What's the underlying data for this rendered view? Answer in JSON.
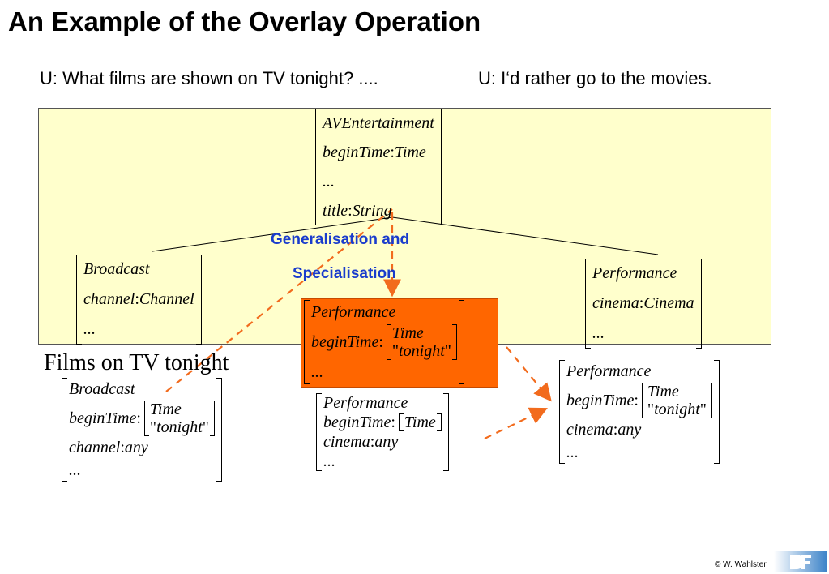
{
  "title": "An Example of the Overlay Operation",
  "utterance_left": "U: What films are shown on TV tonight? ....",
  "utterance_right": "U: I‘d rather go to the movies.",
  "top_fs": {
    "type": "AVEntertainment",
    "f1": "beginTime",
    "v1": "Time",
    "dots": "...",
    "f2": "title",
    "v2": "String"
  },
  "left_fs": {
    "type": "Broadcast",
    "f1": "channel",
    "v1": "Channel",
    "dots": "..."
  },
  "right_fs": {
    "type": "Performance",
    "f1": "cinema",
    "v1": "Cinema",
    "dots": "..."
  },
  "gen_spec": {
    "line1": "Generalisation and",
    "line2": "Specialisation"
  },
  "orange_fs": {
    "type": "Performance",
    "f1": "beginTime",
    "sub_type": "Time",
    "sub_value": "tonight",
    "dots": "..."
  },
  "films_label": "Films on TV tonight",
  "films_fs": {
    "type": "Broadcast",
    "f1": "beginTime",
    "sub_type": "Time",
    "sub_value": "tonight",
    "f2": "channel",
    "v2": "any",
    "dots": "..."
  },
  "movies_fs": {
    "type": "Performance",
    "f1": "beginTime",
    "v1": "Time",
    "f2": "cinema",
    "v2": "any",
    "dots": "..."
  },
  "result_fs": {
    "type": "Performance",
    "f1": "beginTime",
    "sub_type": "Time",
    "sub_value": "tonight",
    "f2": "cinema",
    "v2": "any",
    "dots": "..."
  },
  "copyright": "© W. Wahlster",
  "logo": "dfki-logo",
  "colors": {
    "yellow_bg": "#ffffcc",
    "orange": "#ff6600",
    "blue_label": "#1a3ccc",
    "arrow": "#f26b1d"
  }
}
